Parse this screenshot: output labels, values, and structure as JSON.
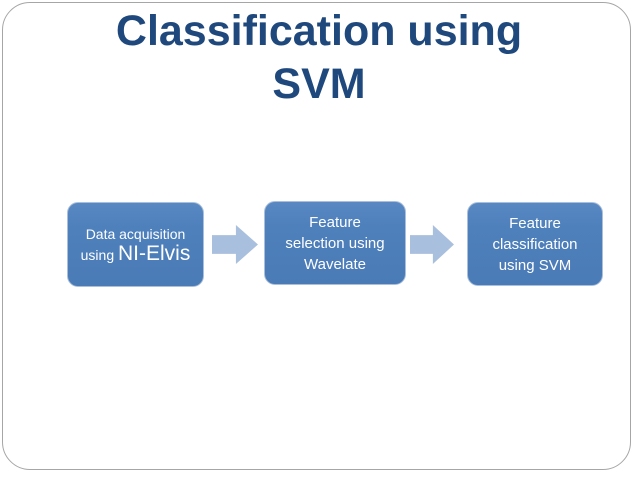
{
  "slide": {
    "title": {
      "line1": "Classification using",
      "line2": "SVM"
    },
    "flow": {
      "boxes": [
        {
          "line1": "Data acquisition",
          "line2_prefix": "using",
          "line2_emphasis": "NI-Elvis"
        },
        {
          "lines": [
            "Feature",
            "selection using",
            "Wavelate"
          ]
        },
        {
          "lines": [
            "Feature",
            "classification",
            "using SVM"
          ]
        }
      ],
      "arrow_direction": "right"
    },
    "colors": {
      "title_text": "#1F497D",
      "box_fill": "#4E80BC",
      "box_outline": "#A9BFDB",
      "box_text": "#FFFFFF",
      "arrow_fill": "#A9BFDE",
      "slide_border": "#A6A6A6",
      "background": "#FFFFFF"
    }
  }
}
